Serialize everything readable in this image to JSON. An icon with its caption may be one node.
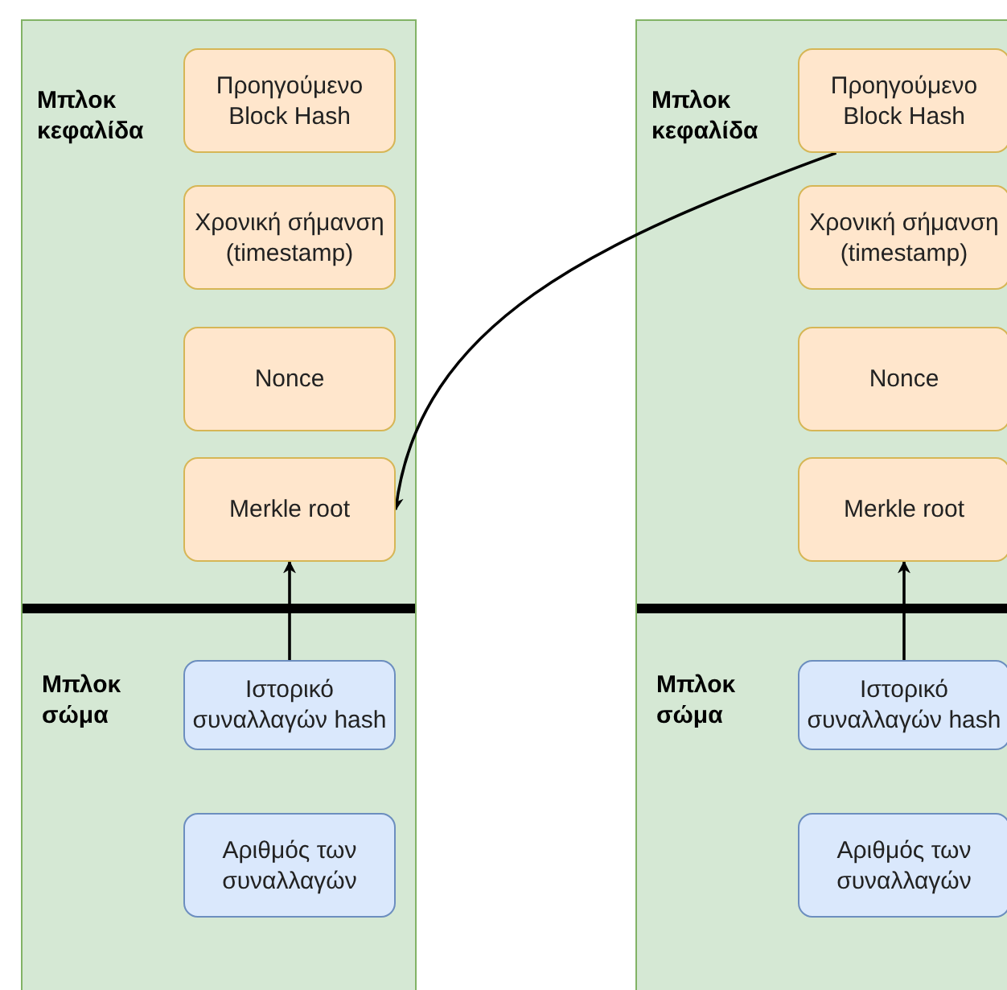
{
  "diagram": {
    "nodes": [
      {
        "text": [
          "Μπλοκ κεφαλίδα",
          "Μπλοκ σώμα"
        ]
      },
      {
        "text": [
          "Προηγούμενο Block Hash"
        ],
        "in": 0
      },
      {
        "text": [
          "Χρονική σήμανση (timestamp)"
        ],
        "in": 0
      },
      {
        "text": [
          "Nonce"
        ],
        "in": 0
      },
      {
        "text": [
          "Merkle root"
        ],
        "in": 0
      },
      {
        "text": [
          "Ιστορικό συναλλαγών hash"
        ],
        "in": 0
      },
      {
        "text": [
          "Αριθμός των συναλλαγών"
        ],
        "in": 0
      },
      {
        "text": [
          "Μπλοκ κεφαλίδα",
          "Μπλοκ σώμα"
        ]
      },
      {
        "text": [
          "Προηγούμενο Block Hash"
        ],
        "in": 7
      },
      {
        "text": [
          "Χρονική σήμανση (timestamp)"
        ],
        "in": 7
      },
      {
        "text": [
          "Nonce"
        ],
        "in": 7
      },
      {
        "text": [
          "Merkle root"
        ],
        "in": 7
      },
      {
        "text": [
          "Ιστορικό συναλλαγών hash"
        ],
        "in": 7
      },
      {
        "text": [
          "Αριθμός των συναλλαγών"
        ],
        "in": 7
      }
    ],
    "edges": [
      {
        "from": 5,
        "to": 4,
        "arrow": "to"
      },
      {
        "from": 8,
        "to": 4,
        "arrow": "to"
      },
      {
        "from": 12,
        "to": 11,
        "arrow": "to"
      }
    ]
  }
}
